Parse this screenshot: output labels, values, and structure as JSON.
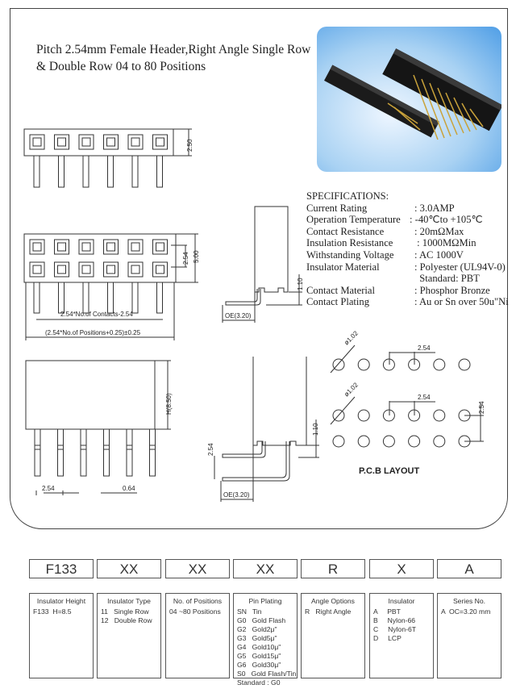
{
  "title": {
    "line1": "Pitch 2.54mm Female Header,Right Angle Single Row",
    "line2": "& Double Row 04 to 80 Positions"
  },
  "specifications": {
    "heading": "SPECIFICATIONS:",
    "rows": [
      {
        "label": "Current Rating",
        "value": ": 3.0AMP"
      },
      {
        "label": "Operation  Temperature",
        "value": ": -40℃to +105℃"
      },
      {
        "label": "Contact Resistance",
        "value": ": 20mΩMax"
      },
      {
        "label": "Insulation Resistance",
        "value": " : 1000MΩMin"
      },
      {
        "label": "Withstanding Voltage",
        "value": ": AC 1000V"
      },
      {
        "label": "Insulator Material",
        "value": ": Polyester (UL94V-0)"
      },
      {
        "label": "",
        "value": "  Standard: PBT"
      },
      {
        "label": "Contact Material",
        "value": ": Phosphor Bronze"
      },
      {
        "label": "Contact Plating",
        "value": ": Au or Sn over 50u\"Ni"
      }
    ]
  },
  "dimensions": {
    "single_height": "2.50",
    "row_pitch": "2.54",
    "double_height": "5.00",
    "contacts_span": "2.54*No.of  Contacts-2.54",
    "overall_length": "(2.54*No.of  Positions+0.25)±0.25",
    "side_offset": "1.10",
    "oe": "OE(3.20)",
    "height_h": "H(8.50)",
    "pin_pitch": "2.54",
    "pin_width": "0.64",
    "side_pitch": "2.54",
    "hole_dia": "ø1.02",
    "pcb_pitch": "2.54",
    "pcb_row_pitch": "2.54",
    "pcb_label": "P.C.B  LAYOUT"
  },
  "ordering": [
    {
      "code": "F133",
      "heading": "Insulator Height",
      "lines": [
        "F133  H=8.5"
      ]
    },
    {
      "code": "XX",
      "heading": "Insulator Type",
      "lines": [
        "11   Single Row",
        "12   Double Row"
      ]
    },
    {
      "code": "XX",
      "heading": "No. of Positions",
      "lines": [
        "04 ~80 Positions"
      ]
    },
    {
      "code": "XX",
      "heading": "Pin Plating",
      "lines": [
        "SN   Tin",
        "G0   Gold Flash",
        "G2   Gold2μ\"",
        "G3   Gold5μ\"",
        "G4   Gold10μ\"",
        "G5   Gold15μ\"",
        "G6   Gold30μ\"",
        "S0   Gold Flash/Tin",
        "Standard : G0"
      ]
    },
    {
      "code": "R",
      "heading": "Angle Options",
      "lines": [
        "R   Right Angle"
      ]
    },
    {
      "code": "X",
      "heading": "Insulator",
      "lines": [
        "A     PBT",
        "B     Nylon-66",
        "C     Nylon-6T",
        "D     LCP"
      ]
    },
    {
      "code": "A",
      "heading": "Series No.",
      "lines": [
        "A  OC=3.20 mm"
      ]
    }
  ]
}
